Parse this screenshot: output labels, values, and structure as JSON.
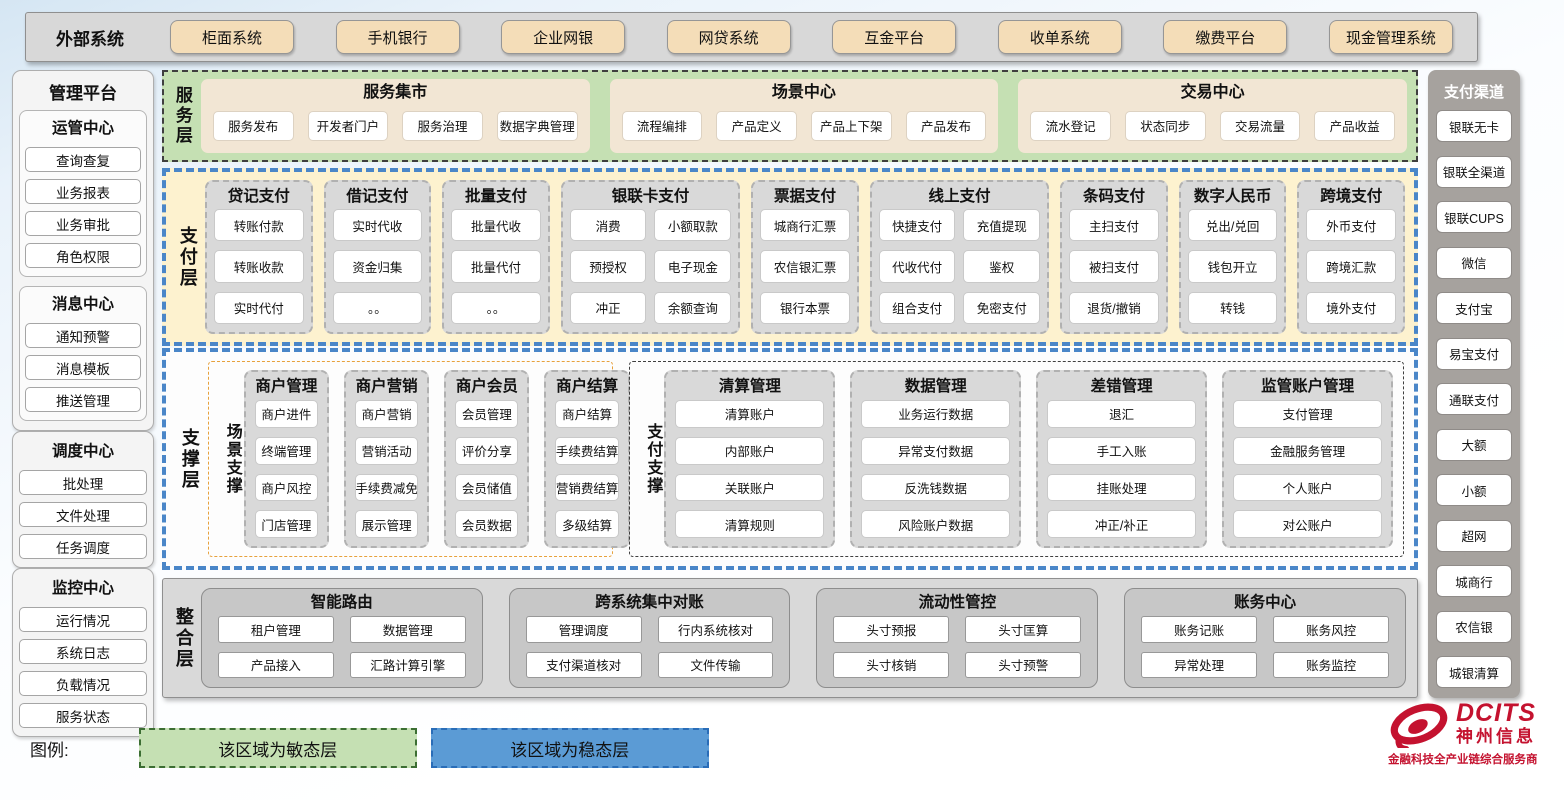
{
  "external_systems": {
    "label": "外部系统",
    "items": [
      "柜面系统",
      "手机银行",
      "企业网银",
      "网贷系统",
      "互金平台",
      "收单系统",
      "缴费平台",
      "现金管理系统"
    ]
  },
  "management_platform": {
    "title": "管理平台",
    "groups": [
      {
        "title": "运管中心",
        "items": [
          "查询查复",
          "业务报表",
          "业务审批",
          "角色权限"
        ]
      },
      {
        "title": "消息中心",
        "items": [
          "通知预警",
          "消息模板",
          "推送管理"
        ]
      },
      {
        "title": "调度中心",
        "items": [
          "批处理",
          "文件处理",
          "任务调度"
        ]
      },
      {
        "title": "监控中心",
        "items": [
          "运行情况",
          "系统日志",
          "负载情况",
          "服务状态"
        ]
      }
    ]
  },
  "service_layer": {
    "label": "服务层",
    "groups": [
      {
        "title": "服务集市",
        "items": [
          "服务发布",
          "开发者门户",
          "服务治理",
          "数据字典管理"
        ]
      },
      {
        "title": "场景中心",
        "items": [
          "流程编排",
          "产品定义",
          "产品上下架",
          "产品发布"
        ]
      },
      {
        "title": "交易中心",
        "items": [
          "流水登记",
          "状态同步",
          "交易流量",
          "产品收益"
        ]
      }
    ]
  },
  "payment_layer": {
    "label": "支付层",
    "columns": [
      {
        "title": "贷记支付",
        "cols": 1,
        "items": [
          "转账付款",
          "转账收款",
          "实时代付"
        ]
      },
      {
        "title": "借记支付",
        "cols": 1,
        "items": [
          "实时代收",
          "资金归集",
          "。。"
        ]
      },
      {
        "title": "批量支付",
        "cols": 1,
        "items": [
          "批量代收",
          "批量代付",
          "。。"
        ]
      },
      {
        "title": "银联卡支付",
        "cols": 2,
        "items": [
          "消费",
          "小额取款",
          "预授权",
          "电子现金",
          "冲正",
          "余额查询"
        ]
      },
      {
        "title": "票据支付",
        "cols": 1,
        "items": [
          "城商行汇票",
          "农信银汇票",
          "银行本票"
        ]
      },
      {
        "title": "线上支付",
        "cols": 2,
        "items": [
          "快捷支付",
          "充值提现",
          "代收代付",
          "鉴权",
          "组合支付",
          "免密支付"
        ]
      },
      {
        "title": "条码支付",
        "cols": 1,
        "items": [
          "主扫支付",
          "被扫支付",
          "退货/撤销"
        ]
      },
      {
        "title": "数字人民币",
        "cols": 1,
        "items": [
          "兑出/兑回",
          "钱包开立",
          "转钱"
        ]
      },
      {
        "title": "跨境支付",
        "cols": 1,
        "items": [
          "外币支付",
          "跨境汇款",
          "境外支付"
        ]
      }
    ]
  },
  "support_layer": {
    "label": "支撑层",
    "sections": [
      {
        "label": "场景支撑",
        "columns": [
          {
            "title": "商户管理",
            "items": [
              "商户进件",
              "终端管理",
              "商户风控",
              "门店管理"
            ]
          },
          {
            "title": "商户营销",
            "items": [
              "商户营销",
              "营销活动",
              "手续费减免",
              "展示管理"
            ]
          },
          {
            "title": "商户会员",
            "items": [
              "会员管理",
              "评价分享",
              "会员储值",
              "会员数据"
            ]
          },
          {
            "title": "商户结算",
            "items": [
              "商户结算",
              "手续费结算",
              "营销费结算",
              "多级结算"
            ]
          }
        ]
      },
      {
        "label": "支付支撑",
        "columns": [
          {
            "title": "清算管理",
            "items": [
              "清算账户",
              "内部账户",
              "关联账户",
              "清算规则"
            ]
          },
          {
            "title": "数据管理",
            "items": [
              "业务运行数据",
              "异常支付数据",
              "反洗钱数据",
              "风险账户数据"
            ]
          },
          {
            "title": "差错管理",
            "items": [
              "退汇",
              "手工入账",
              "挂账处理",
              "冲正/补正"
            ]
          },
          {
            "title": "监管账户管理",
            "items": [
              "支付管理",
              "金融服务管理",
              "个人账户",
              "对公账户"
            ]
          }
        ]
      }
    ]
  },
  "integration_layer": {
    "label": "整合层",
    "groups": [
      {
        "title": "智能路由",
        "items": [
          "租户管理",
          "数据管理",
          "产品接入",
          "汇路计算引擎"
        ]
      },
      {
        "title": "跨系统集中对账",
        "items": [
          "管理调度",
          "行内系统核对",
          "支付渠道核对",
          "文件传输"
        ]
      },
      {
        "title": "流动性管控",
        "items": [
          "头寸预报",
          "头寸匡算",
          "头寸核销",
          "头寸预警"
        ]
      },
      {
        "title": "账务中心",
        "items": [
          "账务记账",
          "账务风控",
          "异常处理",
          "账务监控"
        ]
      }
    ]
  },
  "payment_channels": {
    "title": "支付渠道",
    "items": [
      "银联无卡",
      "银联全渠道",
      "银联CUPS",
      "微信",
      "支付宝",
      "易宝支付",
      "通联支付",
      "大额",
      "小额",
      "超网",
      "城商行",
      "农信银",
      "城银清算"
    ]
  },
  "legend": {
    "label": "图例:",
    "items": [
      {
        "text": "该区域为敏态层",
        "type": "agile"
      },
      {
        "text": "该区域为稳态层",
        "type": "stable"
      }
    ]
  },
  "logo": {
    "brand": "DCITS",
    "name": "神州信息",
    "tagline": "金融科技全产业链综合服务商"
  },
  "colors": {
    "agile_green": "#c5e0b3",
    "stable_blue": "#5b9bd5",
    "payment_cream": "#fdf2cf",
    "blue_border": "#4a86c8",
    "brand_red": "#c4122f",
    "tan_button": "#f4ddb8"
  }
}
